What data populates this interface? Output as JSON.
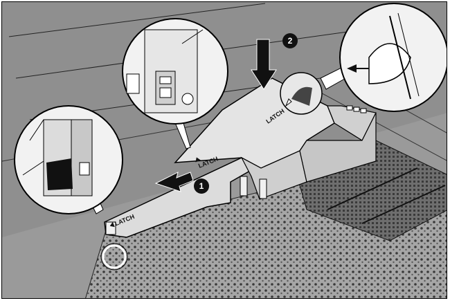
{
  "diagram": {
    "labels": {
      "latch_1": "LATCH",
      "latch_2": "LATCH",
      "latch_3": "LATCH"
    },
    "steps": [
      {
        "number": "1"
      },
      {
        "number": "2"
      }
    ],
    "colors": {
      "background": "#9a9a9a",
      "part": "#dcdcdc",
      "callout_fill": "#f2f2f2",
      "stroke": "#000000",
      "highlight_ring": "#ffffff"
    },
    "icons": [
      "arrow-down-icon",
      "arrow-left-icon",
      "callout-magnifier-icon",
      "latch-tab-icon"
    ]
  }
}
